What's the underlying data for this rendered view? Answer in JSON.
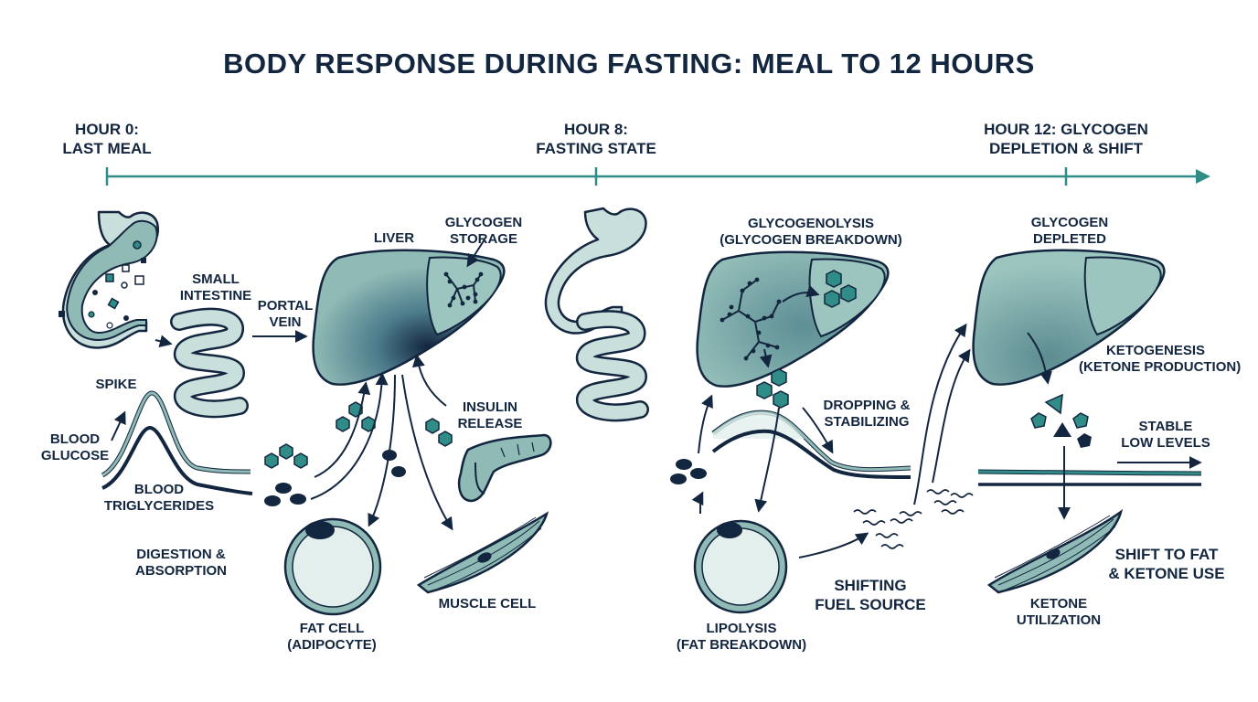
{
  "title": "BODY RESPONSE DURING FASTING: MEAL TO 12 HOURS",
  "timeline": {
    "markers": [
      {
        "lines": [
          "HOUR 0:",
          "LAST MEAL"
        ]
      },
      {
        "lines": [
          "HOUR 8:",
          "FASTING STATE"
        ]
      },
      {
        "lines": [
          "HOUR 12: GLYCOGEN",
          "DEPLETION & SHIFT"
        ]
      }
    ]
  },
  "stage1": {
    "small_intestine": [
      "SMALL",
      "INTESTINE"
    ],
    "portal_vein": [
      "PORTAL",
      "VEIN"
    ],
    "liver": "LIVER",
    "glycogen_storage": [
      "GLYCOGEN",
      "STORAGE"
    ],
    "spike": "SPIKE",
    "blood_glucose": [
      "BLOOD",
      "GLUCOSE"
    ],
    "blood_triglycerides": [
      "BLOOD",
      "TRIGLYCERIDES"
    ],
    "insulin_release": [
      "INSULIN",
      "RELEASE"
    ],
    "digestion_absorption": [
      "DIGESTION &",
      "ABSORPTION"
    ],
    "fat_cell": [
      "FAT CELL",
      "(ADIPOCYTE)"
    ],
    "muscle_cell": "MUSCLE CELL"
  },
  "stage2": {
    "glycogenolysis": [
      "GLYCOGENOLYSIS",
      "(GLYCOGEN BREAKDOWN)"
    ],
    "dropping_stabilizing": [
      "DROPPING &",
      "STABILIZING"
    ],
    "shifting_fuel_source": [
      "SHIFTING",
      "FUEL SOURCE"
    ],
    "lipolysis": [
      "LIPOLYSIS",
      "(FAT BREAKDOWN)"
    ]
  },
  "stage3": {
    "glycogen_depleted": [
      "GLYCOGEN",
      "DEPLETED"
    ],
    "ketogenesis": [
      "KETOGENESIS",
      "(KETONE PRODUCTION)"
    ],
    "stable_low_levels": [
      "STABLE",
      "LOW LEVELS"
    ],
    "shift_to_fat": [
      "SHIFT TO FAT",
      "& KETONE USE"
    ],
    "ketone_utilization": [
      "KETONE",
      "UTILIZATION"
    ]
  },
  "colors": {
    "navy": "#13263f",
    "teal": "#2f8c86",
    "organ_fill": "#8fbab5",
    "organ_light": "#c9dfdc",
    "organ_pale": "#e2efed"
  }
}
